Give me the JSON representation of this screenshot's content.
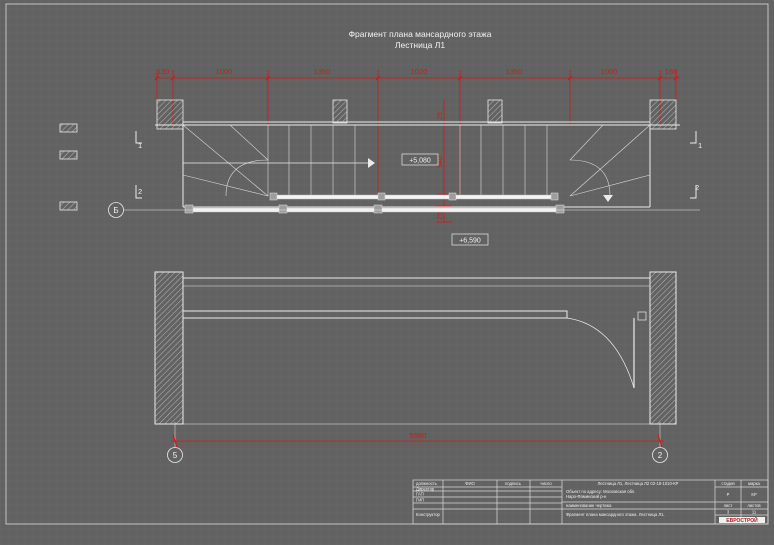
{
  "title": {
    "line1": "Фрагмент плана мансардного этажа",
    "line2": "Лестница Л1"
  },
  "dimensions": {
    "top": [
      "130",
      "1000",
      "1350",
      "1020",
      "1350",
      "1000",
      "160"
    ],
    "vertical": [
      "25",
      "940",
      "25"
    ],
    "bottom": "5980"
  },
  "levels": {
    "landing": "+5,080",
    "floor": "+6,590"
  },
  "section_marks": {
    "one": "1",
    "two": "2"
  },
  "axes": {
    "b": "Б",
    "five": "5",
    "two": "2"
  },
  "stamp": {
    "col_headers": [
      "должность",
      "ФИО",
      "подпись",
      "число"
    ],
    "rows": [
      "Директор",
      "ГАП",
      "ГИП",
      "Конструктор"
    ],
    "project_line": "Лестница Л1, Лестница Л2   02-18-1010-КР",
    "address_line1": "Объект по адресу: Московская обл.",
    "address_line2": "Наро-Фоминский р-н",
    "naming_label": "наименование чертежа",
    "drawing_name": "Фрагмент плана мансардного этажа. Лестница Л1.",
    "hdr_stage": "стадия",
    "hdr_mark": "марка",
    "val_stage": "Р",
    "val_mark": "КР",
    "hdr_sheet": "лист",
    "hdr_sheets": "листов",
    "val_sheet": "3",
    "val_sheets": "11",
    "logo": "ЕВРОСТРОЙ"
  },
  "colors": {
    "background": "#626262",
    "lines": "#ececec",
    "dimensions": "#d01a1a",
    "grid": "#6e6e6e"
  }
}
